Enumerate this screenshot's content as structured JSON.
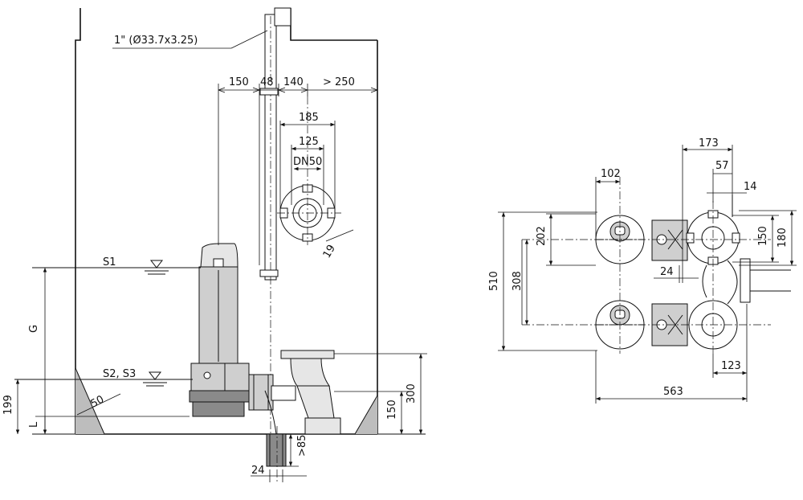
{
  "pipe_spec": "1\" (Ø33.7x3.25)",
  "levels": {
    "s1": "S1",
    "s2_s3": "S2, S3",
    "g": "G",
    "l": "L"
  },
  "side_view": {
    "top_dims": [
      "150",
      "48",
      "140",
      "> 250"
    ],
    "flange_dims": [
      "185",
      "125",
      "DN50",
      "19"
    ],
    "left_dims": [
      "199",
      "50"
    ],
    "bottom_dims": [
      ">85",
      "24"
    ],
    "right_dims": [
      "150",
      "300"
    ]
  },
  "plan_view": {
    "dims": [
      "102",
      "173",
      "57",
      "14",
      "150",
      "180",
      "202",
      "510",
      "308",
      "24",
      "123",
      "563"
    ]
  }
}
